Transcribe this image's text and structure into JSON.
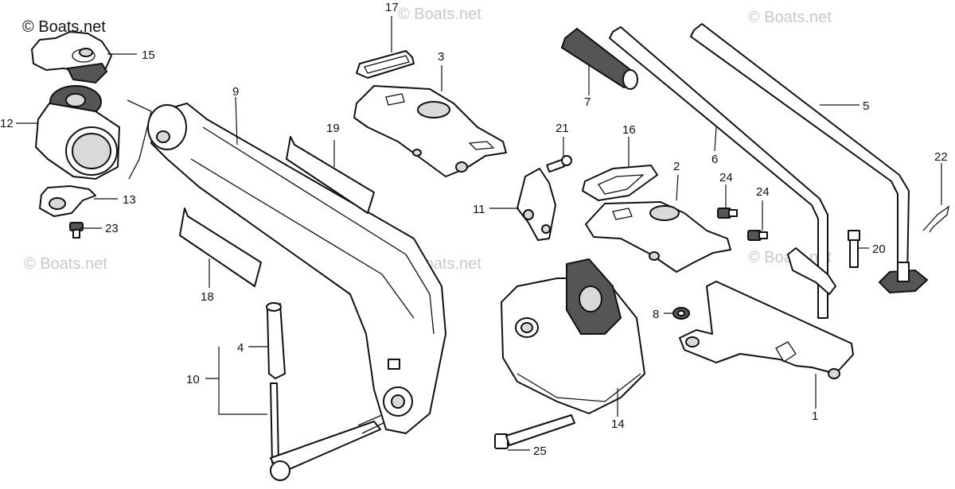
{
  "brand": {
    "copyright": "© Boats.net"
  },
  "watermarks": [
    "© Boats.net",
    "© Boats.net",
    "© Boats.net",
    "© Boats.net",
    "© Boats.net"
  ],
  "callouts": {
    "p1": "1",
    "p2": "2",
    "p3": "3",
    "p4": "4",
    "p5": "5",
    "p6": "6",
    "p7": "7",
    "p8": "8",
    "p9": "9",
    "p10": "10",
    "p11": "11",
    "p12": "12",
    "p13": "13",
    "p14": "14",
    "p15": "15",
    "p16": "16",
    "p17": "17",
    "p18": "18",
    "p19": "19",
    "p20": "20",
    "p21": "21",
    "p22": "22",
    "p23": "23",
    "p24a": "24",
    "p24b": "24",
    "p25": "25"
  },
  "colors": {
    "line": "#111111",
    "watermark": "#c9c9c9",
    "background": "#ffffff"
  }
}
